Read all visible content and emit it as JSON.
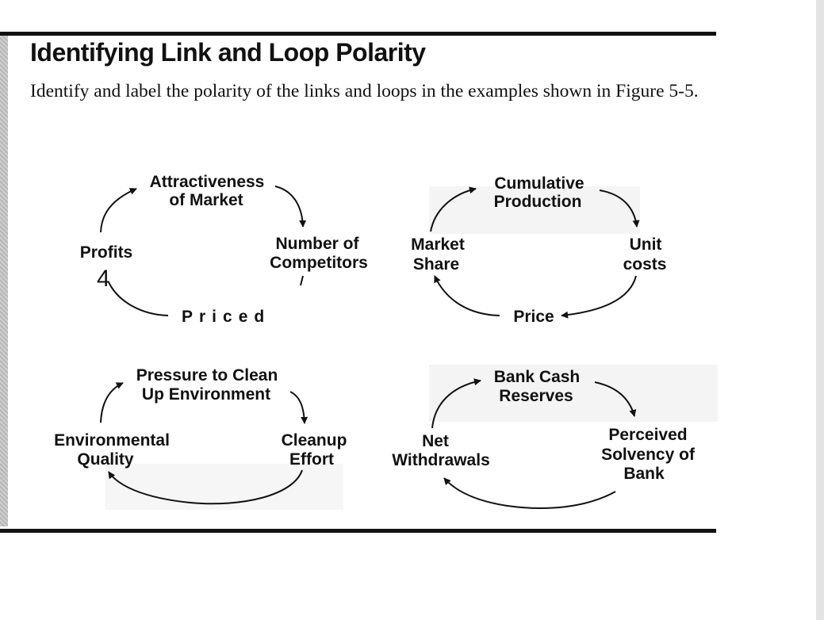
{
  "page": {
    "title": "Identifying Link and Loop Polarity",
    "body": "Identify and label the polarity of the links and loops in the examples shown in Figure 5-5."
  },
  "diagrams": {
    "market": {
      "attractiveness_line1": "Attractiveness",
      "attractiveness_line2": "of Market",
      "competitors_line1": "Number of",
      "competitors_line2": "Competitors",
      "price": "Priced",
      "profits": "Profits",
      "mark": "4"
    },
    "production": {
      "cumulative_line1": "Cumulative",
      "cumulative_line2": "Production",
      "unit_costs_line1": "Unit",
      "unit_costs_line2": "costs",
      "price": "Price",
      "market_share_line1": "Market",
      "market_share_line2": "Share"
    },
    "environment": {
      "pressure_line1": "Pressure to Clean",
      "pressure_line2": "Up Environment",
      "cleanup_line1": "Cleanup",
      "cleanup_line2": "Effort",
      "quality_line1": "Environmental",
      "quality_line2": "Quality"
    },
    "bank": {
      "reserves_line1": "Bank Cash",
      "reserves_line2": "Reserves",
      "solvency_line1": "Perceived",
      "solvency_line2": "Solvency of",
      "solvency_line3": "Bank",
      "withdrawals_line1": "Net",
      "withdrawals_line2": "Withdrawals"
    }
  }
}
